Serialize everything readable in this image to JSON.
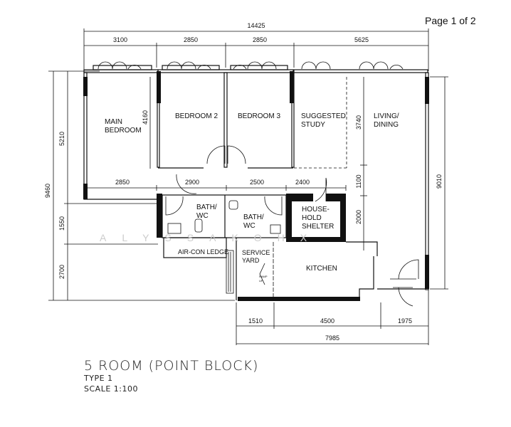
{
  "page_indicator": "Page 1 of 2",
  "dimensions": {
    "overall_width": "14425",
    "top": [
      "3100",
      "2850",
      "2850",
      "5625"
    ],
    "mid": [
      "2850",
      "2900",
      "2500",
      "2400"
    ],
    "bottom": [
      "1510",
      "4500",
      "1975"
    ],
    "bottom_total": "7985",
    "left_total": "9460",
    "left": [
      "5210",
      "1550",
      "2700"
    ],
    "bedroom2_depth": "4160",
    "living_depths": [
      "3740",
      "1100",
      "2000"
    ],
    "right_total": "9010"
  },
  "rooms": {
    "main_bedroom": [
      "MAIN",
      "BEDROOM"
    ],
    "bedroom2": "BEDROOM  2",
    "bedroom3": "BEDROOM  3",
    "study": [
      "SUGGESTED",
      "STUDY"
    ],
    "living": [
      "LIVING/",
      "DINING"
    ],
    "bath1": [
      "BATH/",
      "WC"
    ],
    "bath2": [
      "BATH/",
      "WC"
    ],
    "shelter": [
      "HOUSE-",
      "HOLD",
      "SHELTER"
    ],
    "aircon": "AIR-CON LEDGE",
    "service_yard": [
      "SERVICE",
      "YARD"
    ],
    "kitchen": "KITCHEN",
    "ramp": [
      "RAMP",
      "UP"
    ]
  },
  "title": {
    "main": "5 ROOM (POINT BLOCK)",
    "type": "TYPE 1",
    "scale": "SCALE 1:100"
  },
  "watermark": "ALYSSAKOHX"
}
